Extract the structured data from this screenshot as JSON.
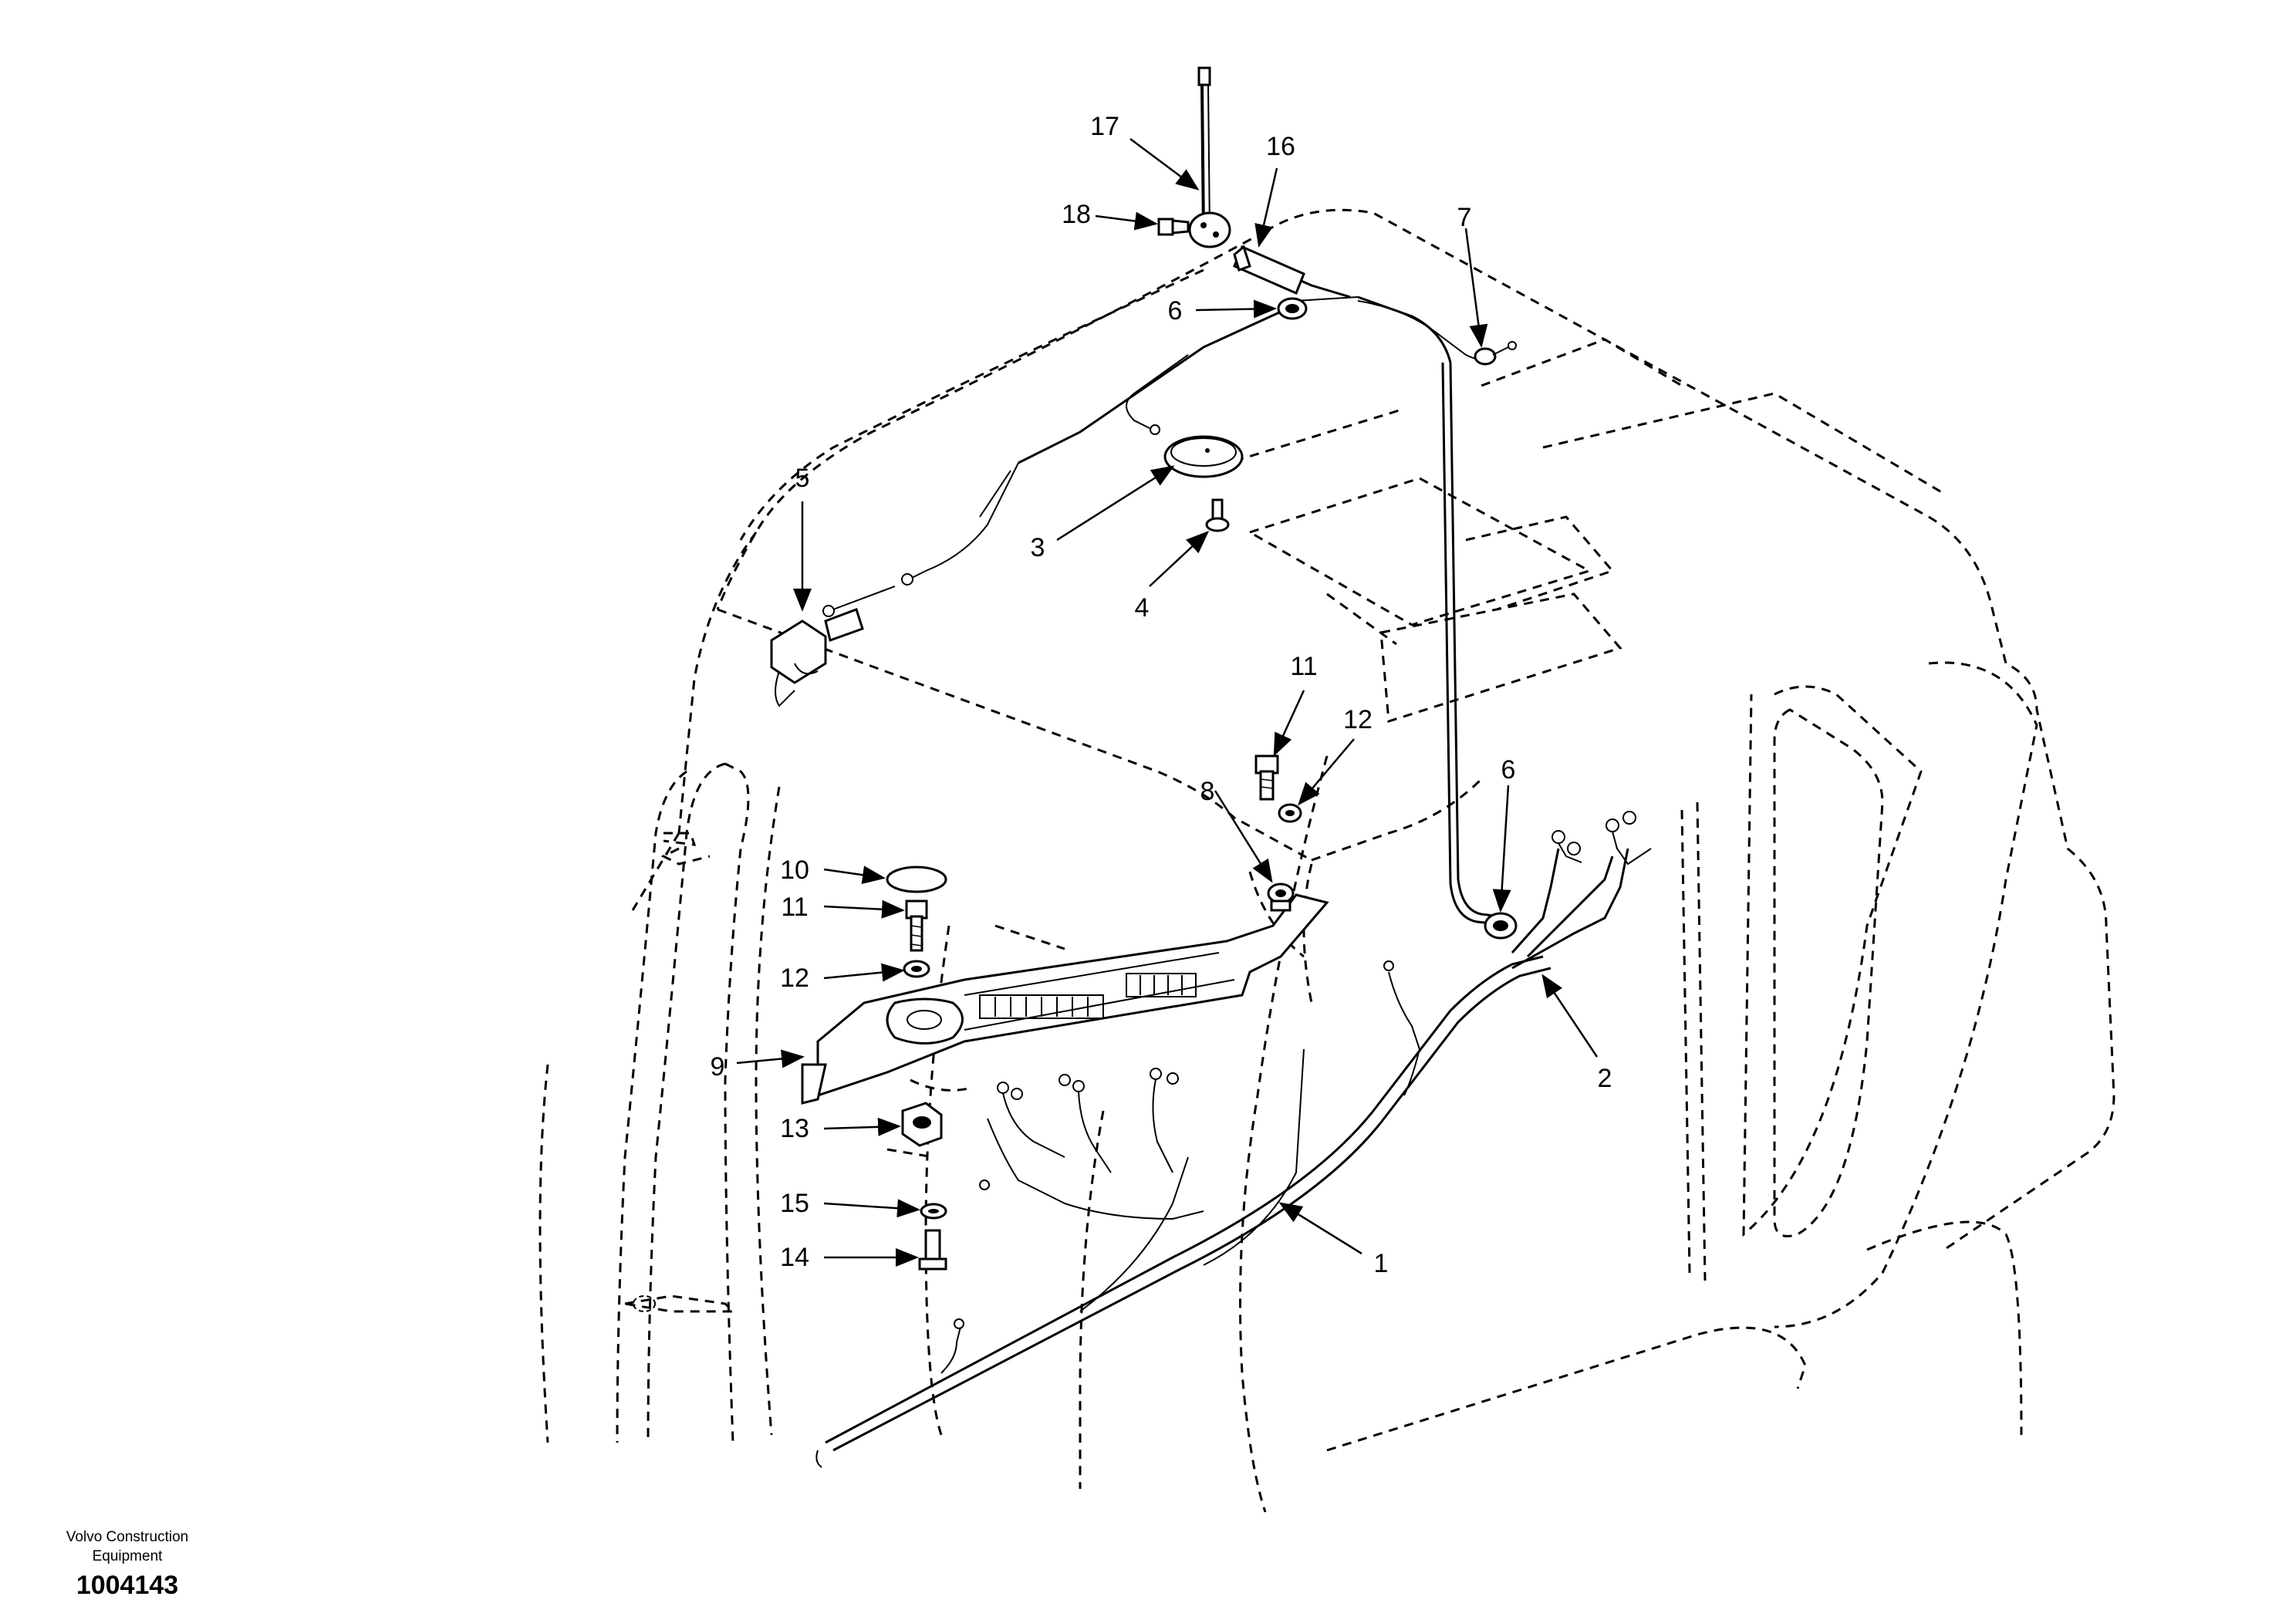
{
  "diagram": {
    "callouts": [
      {
        "id": "1",
        "label": "1"
      },
      {
        "id": "2",
        "label": "2"
      },
      {
        "id": "3",
        "label": "3"
      },
      {
        "id": "4",
        "label": "4"
      },
      {
        "id": "5",
        "label": "5"
      },
      {
        "id": "6a",
        "label": "6"
      },
      {
        "id": "6b",
        "label": "6"
      },
      {
        "id": "7",
        "label": "7"
      },
      {
        "id": "8",
        "label": "8"
      },
      {
        "id": "9",
        "label": "9"
      },
      {
        "id": "10",
        "label": "10"
      },
      {
        "id": "11a",
        "label": "11"
      },
      {
        "id": "11b",
        "label": "11"
      },
      {
        "id": "12a",
        "label": "12"
      },
      {
        "id": "12b",
        "label": "12"
      },
      {
        "id": "13",
        "label": "13"
      },
      {
        "id": "14",
        "label": "14"
      },
      {
        "id": "15",
        "label": "15"
      },
      {
        "id": "16",
        "label": "16"
      },
      {
        "id": "17",
        "label": "17"
      },
      {
        "id": "18",
        "label": "18"
      }
    ]
  },
  "footer": {
    "company": "Volvo Construction Equipment",
    "doc_number": "1004143"
  }
}
